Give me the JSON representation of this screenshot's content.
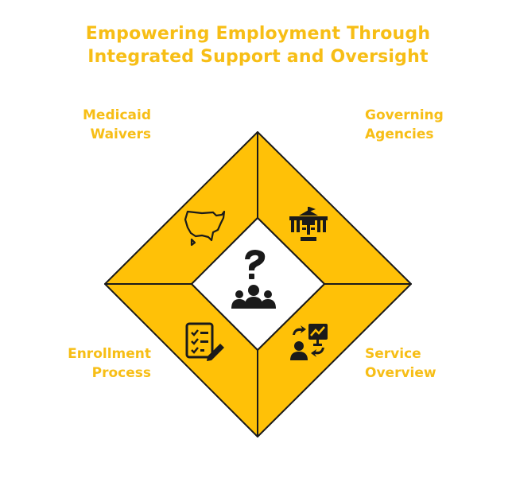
{
  "title": {
    "line1": "Empowering Employment Through",
    "line2": "Integrated Support and Oversight"
  },
  "quadrants": {
    "top_left": {
      "line1": "Medicaid",
      "line2": "Waivers",
      "icon": "us-map-icon"
    },
    "top_right": {
      "line1": "Governing",
      "line2": "Agencies",
      "icon": "government-building-icon"
    },
    "bottom_left": {
      "line1": "Enrollment",
      "line2": "Process",
      "icon": "checklist-edit-icon"
    },
    "bottom_right": {
      "line1": "Service",
      "line2": "Overview",
      "icon": "presentation-exchange-icon"
    }
  },
  "center": {
    "icon": "people-question-icon"
  },
  "colors": {
    "accent": "#F7BE16",
    "fill": "#FFC107",
    "outline": "#1a1a1a",
    "center_fill": "#ffffff"
  }
}
